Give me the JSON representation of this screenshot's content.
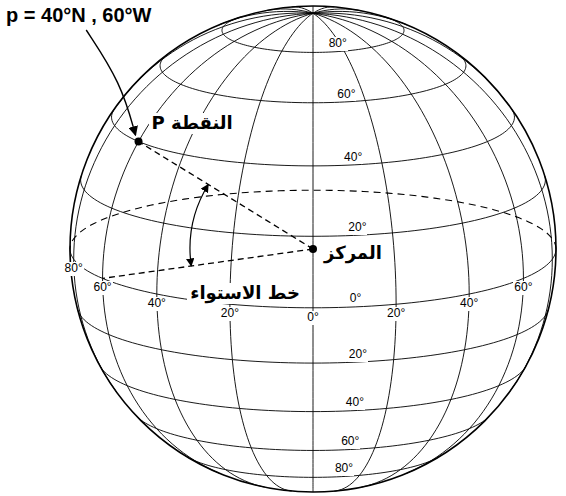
{
  "diagram": {
    "labels": [
      "p = 40°N , 60°W",
      "النقطة P",
      "المركز",
      "خط الاستواء",
      "80°",
      "60°",
      "40°",
      "20°",
      "0°",
      "80°",
      "60°",
      "40°",
      "20°",
      "0°",
      "20°",
      "40°",
      "60°",
      "20°",
      "40°",
      "60°",
      "80°"
    ]
  }
}
